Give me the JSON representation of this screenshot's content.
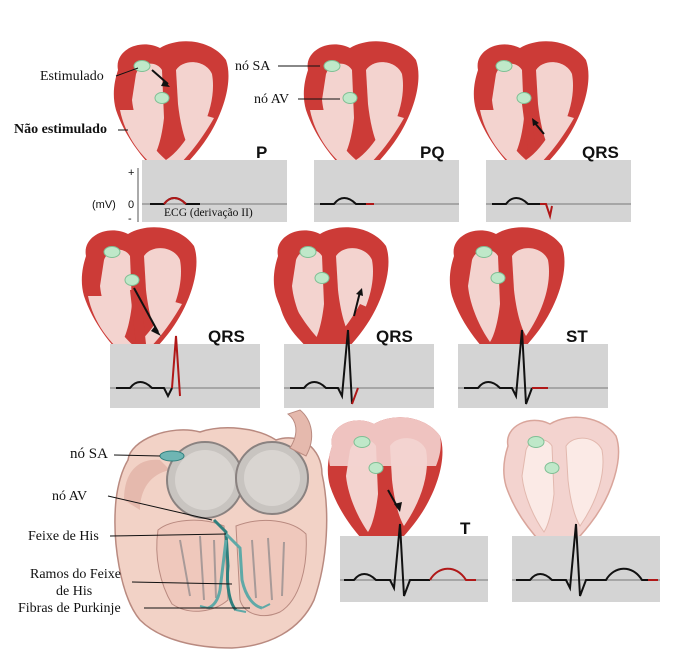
{
  "labels": {
    "estimulado": "Estimulado",
    "nao_estimulado": "Não estimulado",
    "no_sa": "nó SA",
    "no_av": "nó AV",
    "mv": "(mV)",
    "zero": "0",
    "plus": "+",
    "minus": "-",
    "ecg": "ECG (derivação II)"
  },
  "stages": [
    {
      "title": "P"
    },
    {
      "title": "PQ"
    },
    {
      "title": "QRS"
    },
    {
      "title": "QRS"
    },
    {
      "title": "QRS"
    },
    {
      "title": "ST"
    },
    {
      "title": "T"
    }
  ],
  "anatomy": {
    "no_sa": "nó SA",
    "no_av": "nó AV",
    "feixe_his": "Feixe de His",
    "ramos_l1": "Ramos do Feixe",
    "ramos_l2": "de His",
    "purkinje": "Fibras de Purkinje"
  },
  "colors": {
    "stimulated": "#cc3b37",
    "resting": "#f3d3cf",
    "node": "#bfe8c9",
    "panel": "#d4d4d4",
    "trace_red": "#b01818"
  }
}
